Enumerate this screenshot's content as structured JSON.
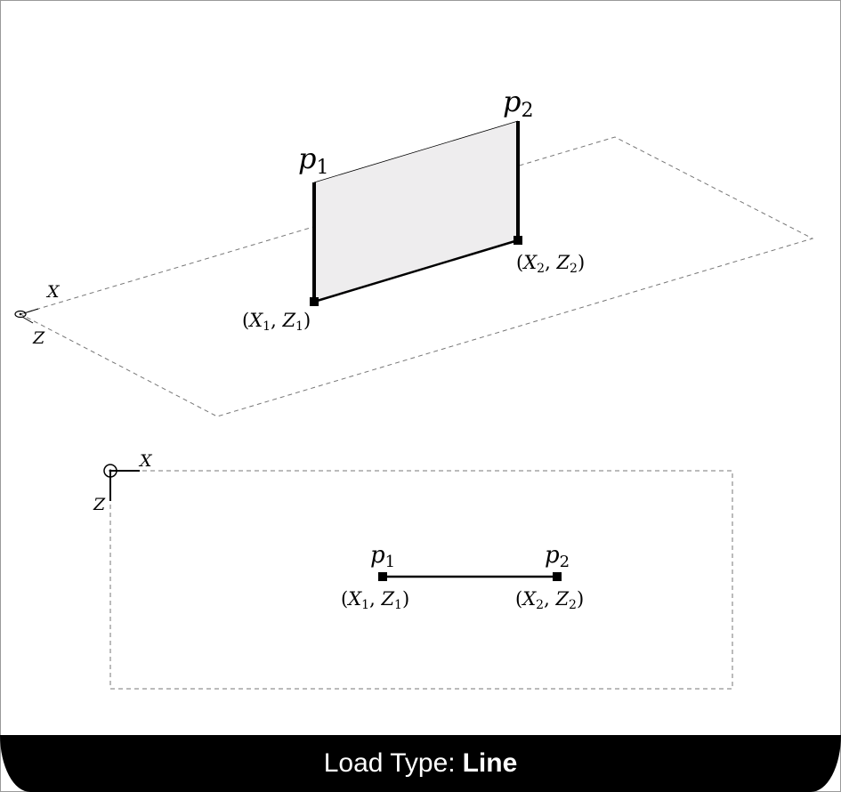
{
  "footer": {
    "prefix": "Load Type:",
    "value": "Line"
  },
  "iso_view": {
    "axis_x": "X",
    "axis_z": "Z",
    "p1": {
      "name": "p",
      "sub": "1"
    },
    "p2": {
      "name": "p",
      "sub": "2"
    },
    "point1": {
      "a": "X",
      "a_sub": "1",
      "b": "Z",
      "b_sub": "1"
    },
    "point2": {
      "a": "X",
      "a_sub": "2",
      "b": "Z",
      "b_sub": "2"
    }
  },
  "plan_view": {
    "axis_x": "X",
    "axis_z": "Z",
    "p1": {
      "name": "p",
      "sub": "1"
    },
    "p2": {
      "name": "p",
      "sub": "2"
    },
    "point1": {
      "a": "X",
      "a_sub": "1",
      "b": "Z",
      "b_sub": "1"
    },
    "point2": {
      "a": "X",
      "a_sub": "2",
      "b": "Z",
      "b_sub": "2"
    }
  },
  "colors": {
    "load_fill": "#eeedee",
    "dash": "#777777",
    "footer_bg": "#000000",
    "footer_text": "#ffffff"
  }
}
